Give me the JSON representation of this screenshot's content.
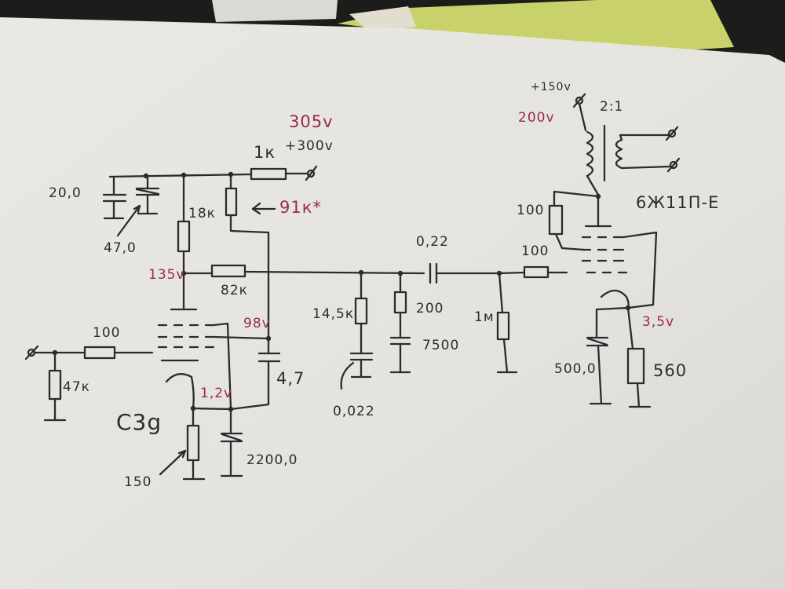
{
  "schematic": {
    "supply_voltage_measured": "305v",
    "supply_voltage_nominal": "+300v",
    "supply_resistor": "1к",
    "plate_resistor_1": "91к*",
    "c_filter_1": "20,0",
    "c_filter_2": "47,0",
    "r_screen_1": "18к",
    "screen_voltage_1": "135v",
    "r_82k": "82к",
    "grid_resistor_1": "100",
    "input_resistor": "47к",
    "plate_voltage_1": "98v",
    "coupling_cap_1": "4,7",
    "cathode_voltage_1": "1,2v",
    "tube_1": "С3g",
    "cathode_resistor_1": "150",
    "cathode_cap_1": "2200,0",
    "r_filter_1": "14,5к",
    "c_filter_small": "0,022",
    "r_200": "200",
    "c_7500": "7500",
    "coupling_cap_2": "0,22",
    "grid_leak_2": "1м",
    "grid_resistor_2": "100",
    "screen_resistor_2": "100",
    "output_supply_nominal": "+150v",
    "output_supply_measured": "200v",
    "transformer_ratio": "2:1",
    "tube_2": "6Ж11П-Е",
    "cathode_voltage_2": "3,5v",
    "cathode_cap_2": "500,0",
    "cathode_resistor_2": "560"
  },
  "colors": {
    "paper": "#e6e5e0",
    "ink": "#2b2a2e",
    "red_ink": "#9b2a4f",
    "green_paper": "#c9d26a",
    "background": "#1c1c1a"
  }
}
